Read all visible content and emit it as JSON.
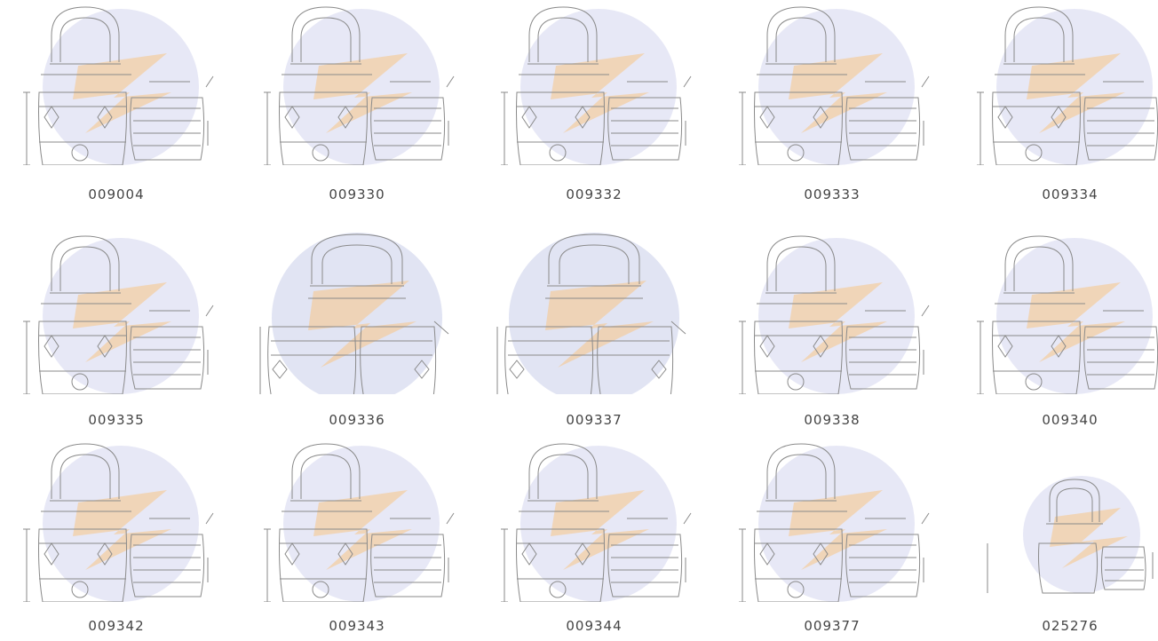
{
  "gallery": {
    "items": [
      {
        "code": "009004"
      },
      {
        "code": "009330"
      },
      {
        "code": "009332"
      },
      {
        "code": "009333"
      },
      {
        "code": "009334"
      },
      {
        "code": "009335"
      },
      {
        "code": "009336"
      },
      {
        "code": "009337"
      },
      {
        "code": "009338"
      },
      {
        "code": "009340"
      },
      {
        "code": "009342"
      },
      {
        "code": "009343"
      },
      {
        "code": "009344"
      },
      {
        "code": "009377"
      },
      {
        "code": "025276"
      }
    ]
  },
  "colors": {
    "watermark_blue": "#c9cdea",
    "watermark_orange": "#f6c890",
    "line": "#8a8a8a",
    "label": "#444444"
  },
  "icons": {
    "part_drawing": "technical-drawing-icon",
    "watermark": "brand-watermark-logo"
  }
}
